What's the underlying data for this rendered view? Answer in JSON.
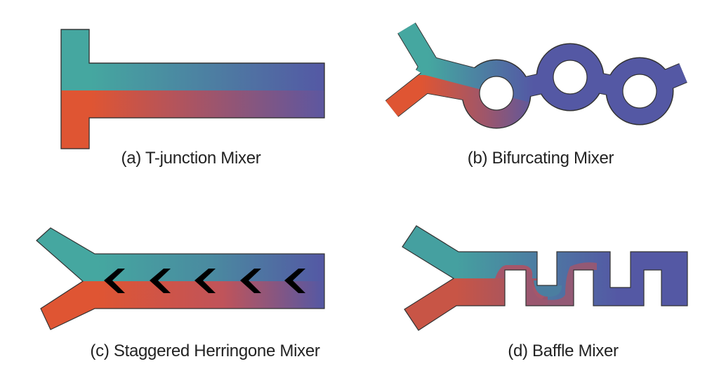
{
  "colors": {
    "teal": "#45a7a0",
    "orange": "#df5533",
    "purple": "#5458a4",
    "outline": "#333333",
    "chevron": "#000000"
  },
  "panels": [
    {
      "id": "a",
      "caption": "(a) T-junction Mixer"
    },
    {
      "id": "b",
      "caption": "(b) Bifurcating Mixer"
    },
    {
      "id": "c",
      "caption": "(c) Staggered Herringone Mixer"
    },
    {
      "id": "d",
      "caption": "(d) Baffle Mixer"
    }
  ]
}
